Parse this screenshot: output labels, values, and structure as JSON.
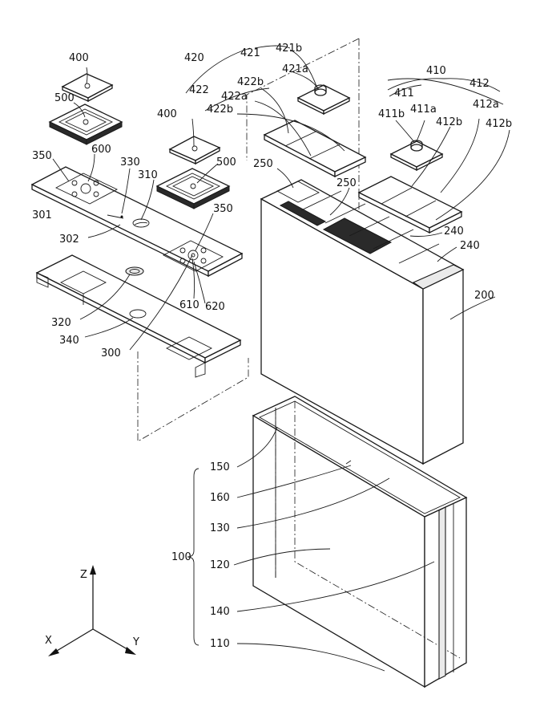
{
  "labels": [
    {
      "id": "l400a",
      "text": "400"
    },
    {
      "id": "l500a",
      "text": "500"
    },
    {
      "id": "l350a",
      "text": "350"
    },
    {
      "id": "l600",
      "text": "600"
    },
    {
      "id": "l330",
      "text": "330"
    },
    {
      "id": "l310",
      "text": "310"
    },
    {
      "id": "l301",
      "text": "301"
    },
    {
      "id": "l302",
      "text": "302"
    },
    {
      "id": "l400b",
      "text": "400"
    },
    {
      "id": "l500b",
      "text": "500"
    },
    {
      "id": "l350b",
      "text": "350"
    },
    {
      "id": "l610",
      "text": "610"
    },
    {
      "id": "l620",
      "text": "620"
    },
    {
      "id": "l320",
      "text": "320"
    },
    {
      "id": "l340",
      "text": "340"
    },
    {
      "id": "l300",
      "text": "300"
    },
    {
      "id": "l420",
      "text": "420"
    },
    {
      "id": "l421",
      "text": "421"
    },
    {
      "id": "l421b",
      "text": "421b"
    },
    {
      "id": "l421a",
      "text": "421a"
    },
    {
      "id": "l422",
      "text": "422"
    },
    {
      "id": "l422b1",
      "text": "422b"
    },
    {
      "id": "l422a",
      "text": "422a"
    },
    {
      "id": "l422b2",
      "text": "422b"
    },
    {
      "id": "l410",
      "text": "410"
    },
    {
      "id": "l411",
      "text": "411"
    },
    {
      "id": "l412",
      "text": "412"
    },
    {
      "id": "l411b",
      "text": "411b"
    },
    {
      "id": "l411a",
      "text": "411a"
    },
    {
      "id": "l412a",
      "text": "412a"
    },
    {
      "id": "l412b1",
      "text": "412b"
    },
    {
      "id": "l412b2",
      "text": "412b"
    },
    {
      "id": "l250a",
      "text": "250"
    },
    {
      "id": "l250b",
      "text": "250"
    },
    {
      "id": "l240a",
      "text": "240"
    },
    {
      "id": "l240b",
      "text": "240"
    },
    {
      "id": "l200",
      "text": "200"
    },
    {
      "id": "l150",
      "text": "150"
    },
    {
      "id": "l160",
      "text": "160"
    },
    {
      "id": "l130",
      "text": "130"
    },
    {
      "id": "l100",
      "text": "100"
    },
    {
      "id": "l120",
      "text": "120"
    },
    {
      "id": "l140",
      "text": "140"
    },
    {
      "id": "l110",
      "text": "110"
    }
  ],
  "axes": {
    "z": "Z",
    "x": "X",
    "y": "Y"
  }
}
